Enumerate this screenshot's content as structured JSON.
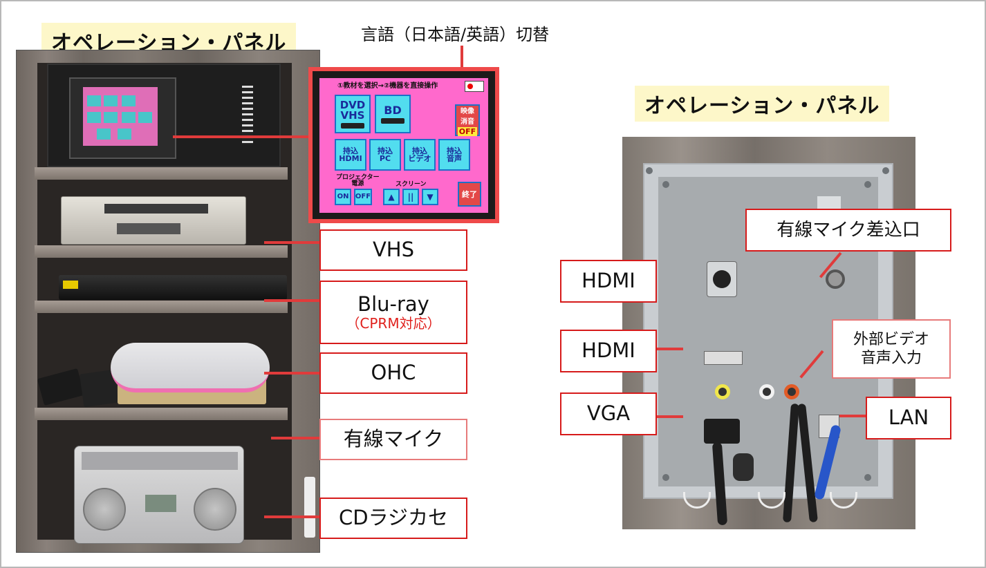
{
  "left_panel": {
    "title": "オペレーション・パネル",
    "language_label": "言語（日本語/英語）切替",
    "touch_panel": {
      "top_text": "①教材を選択→②機器を直接操作",
      "btn_dvd_vhs": "DVD\nVHS",
      "btn_bd": "BD",
      "btn_video_mute": "映像\n消音",
      "btn_video_mute_state": "OFF",
      "btn_hdmi": "持込\nHDMI",
      "btn_pc": "持込\nPC",
      "btn_video": "持込\nビデオ",
      "btn_audio": "持込\n音声",
      "projector_label": "プロジェクター\n電源",
      "screen_label": "スクリーン",
      "btn_on": "ON",
      "btn_off": "OFF",
      "btn_up": "▲",
      "btn_stop": "||",
      "btn_down": "▼",
      "btn_end": "終了"
    },
    "labels": {
      "vhs": "VHS",
      "bluray": "Blu-ray",
      "bluray_sub": "（CPRM対応）",
      "ohc": "OHC",
      "mic": "有線マイク",
      "cd": "CDラジカセ"
    }
  },
  "right_panel": {
    "title": "オペレーション・パネル",
    "labels": {
      "mic_input": "有線マイク差込口",
      "hdmi1": "HDMI",
      "hdmi2": "HDMI",
      "external_video": "外部ビデオ\n音声入力",
      "vga": "VGA",
      "lan": "LAN"
    }
  },
  "colors": {
    "label_border": "#d61a1a",
    "title_bg": "#fdf7c9",
    "connector": "#e03b3b"
  }
}
